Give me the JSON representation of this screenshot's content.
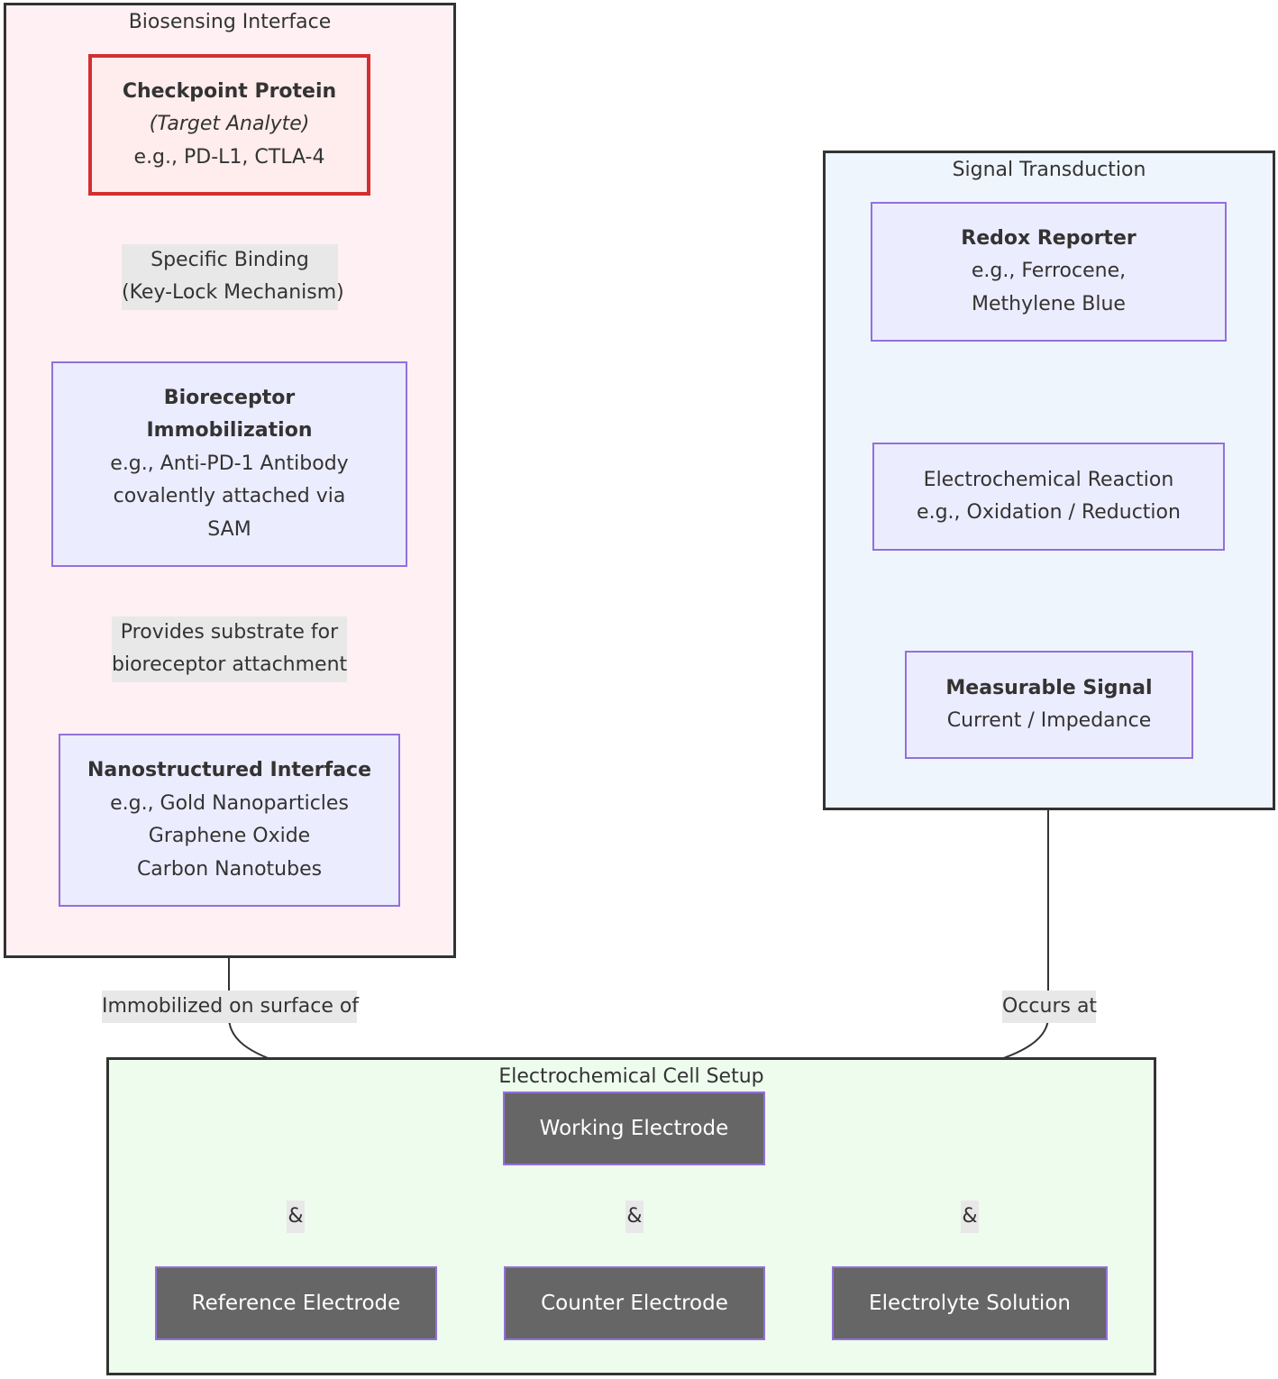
{
  "clusters": {
    "biosensing": "Biosensing Interface",
    "signal": "Signal Transduction",
    "cell": "Electrochemical Cell Setup"
  },
  "nodes": {
    "checkpoint": {
      "title": "Checkpoint Protein",
      "subtitle": "(Target Analyte)",
      "detail": "e.g., PD-L1, CTLA-4"
    },
    "bioreceptor": {
      "title_line1": "Bioreceptor",
      "title_line2": "Immobilization",
      "detail_line1": "e.g., Anti-PD-1 Antibody",
      "detail_line2": "covalently attached via",
      "detail_line3": "SAM"
    },
    "nano": {
      "title": "Nanostructured Interface",
      "detail_line1": "e.g., Gold Nanoparticles",
      "detail_line2": "Graphene Oxide",
      "detail_line3": "Carbon Nanotubes"
    },
    "redox": {
      "title": "Redox Reporter",
      "detail_line1": "e.g., Ferrocene,",
      "detail_line2": "Methylene Blue"
    },
    "reaction": {
      "line1": "Electrochemical Reaction",
      "line2": "e.g., Oxidation / Reduction"
    },
    "signal": {
      "title": "Measurable Signal",
      "detail": "Current / Impedance"
    },
    "working": "Working Electrode",
    "reference": "Reference Electrode",
    "counter": "Counter Electrode",
    "electrolyte": "Electrolyte Solution"
  },
  "edge_labels": {
    "binding_line1": "Specific Binding",
    "binding_line2": "(Key-Lock Mechanism)",
    "substrate_line1": "Provides substrate for",
    "substrate_line2": "bioreceptor attachment",
    "immobilized": "Immobilized on surface of",
    "occurs": "Occurs at",
    "and_reference": "&",
    "and_counter": "&",
    "and_electrolyte": "&"
  },
  "colors": {
    "biosensing_bg": "#fff0f3",
    "signal_bg": "#eef5fd",
    "cell_bg": "#eefcee",
    "node_fill": "#ececff",
    "node_border": "#9370db",
    "alert_border": "#d32f2f",
    "dark_node_fill": "#666666",
    "edge": "#333333"
  }
}
